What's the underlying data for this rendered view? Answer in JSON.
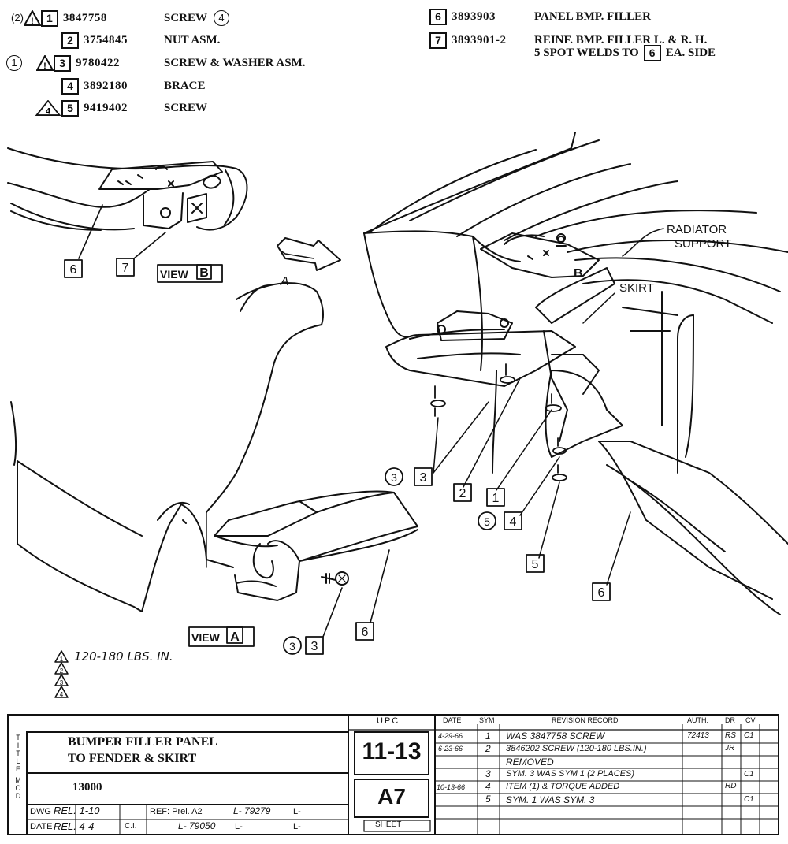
{
  "parts": [
    {
      "mark": "2",
      "warn": true,
      "item": "1",
      "part": "3847758",
      "desc": "SCREW",
      "desc_note": "4"
    },
    {
      "mark": "",
      "warn": false,
      "item": "2",
      "part": "3754845",
      "desc": "NUT ASM.",
      "desc_note": ""
    },
    {
      "mark": "1",
      "warn": true,
      "item": "3",
      "part": "9780422",
      "desc": "SCREW & WASHER ASM.",
      "desc_note": ""
    },
    {
      "mark": "",
      "warn": false,
      "item": "4",
      "part": "3892180",
      "desc": "BRACE",
      "desc_note": ""
    },
    {
      "mark": "",
      "warn": true,
      "warn_num": "4",
      "item": "5",
      "part": "9419402",
      "desc": "SCREW",
      "desc_note": ""
    }
  ],
  "parts_right": [
    {
      "item": "6",
      "part": "3893903",
      "desc": "PANEL BMP. FILLER"
    },
    {
      "item": "7",
      "part": "3893901-2",
      "desc": "REINF. BMP. FILLER L. & R. H.",
      "desc2a": "5 SPOT WELDS TO",
      "desc2_ref": "6",
      "desc2b": "EA. SIDE"
    }
  ],
  "callouts": {
    "radiator_support_1": "RADIATOR",
    "radiator_support_2": "SUPPORT",
    "skirt": "SKIRT",
    "view_a_arrow": "A",
    "view_b_label": "VIEW",
    "view_b_box": "B",
    "view_a_label": "VIEW",
    "view_a_box": "A",
    "b_mark": "B",
    "item6_left": "6",
    "item7_left": "7",
    "item3_circle": "3",
    "item3_box": "3",
    "item2": "2",
    "item1": "1",
    "item5_circle": "5",
    "item4": "4",
    "item5_box": "5",
    "item6_right": "6",
    "item3b_circle": "3",
    "item3b_box": "3",
    "item6_bottom": "6"
  },
  "torque_note": "120-180 LBS. IN.",
  "torque_tri_nums": [
    "1",
    "2",
    "3",
    "4"
  ],
  "title_block": {
    "title_side": [
      "T",
      "I",
      "T",
      "L",
      "E"
    ],
    "title_line1": "BUMPER FILLER PANEL",
    "title_line2": "TO FENDER & SKIRT",
    "mod_side": [
      "M",
      "O",
      "D"
    ],
    "mod_value": "13000",
    "dwg_label": "DWG",
    "dwg_value": "REL. 1-10",
    "date_label": "DATE",
    "date_value": "REL. 4-4",
    "ci_label": "C.I.",
    "ref_label": "REF: Prel. A2",
    "ref_l1": "L- 79279",
    "ref_l2": "L- 79050",
    "ref_l3": "L-",
    "ref_l4": "L-",
    "ref_l5": "L-",
    "upc_label": "UPC",
    "upc_value": "11-13",
    "sheet_code": "A7",
    "sheet_label": "SHEET",
    "rev_headers": [
      "DATE",
      "SYM",
      "REVISION RECORD",
      "AUTH.",
      "DR",
      "CV"
    ],
    "revisions": [
      {
        "date": "4-29-66",
        "sym": "1",
        "text": "WAS 3847758 SCREW",
        "auth": "72413",
        "dr": "RS",
        "cv": "C1"
      },
      {
        "date": "6-23-66",
        "sym": "2",
        "text": "3846202 SCREW (120-180 LBS.IN.)",
        "auth": "",
        "dr": "JR",
        "cv": ""
      },
      {
        "date": "",
        "sym": "",
        "text": "REMOVED",
        "auth": "",
        "dr": "",
        "cv": ""
      },
      {
        "date": "",
        "sym": "3",
        "text": "SYM. 3 WAS SYM 1 (2 PLACES)",
        "auth": "",
        "dr": "",
        "cv": "C1"
      },
      {
        "date": "10-13-66",
        "sym": "4",
        "text": "ITEM (1) & TORQUE ADDED",
        "auth": "",
        "dr": "RD",
        "cv": ""
      },
      {
        "date": "",
        "sym": "5",
        "text": "SYM. 1 WAS SYM. 3",
        "auth": "",
        "dr": "",
        "cv": "C1"
      }
    ]
  }
}
